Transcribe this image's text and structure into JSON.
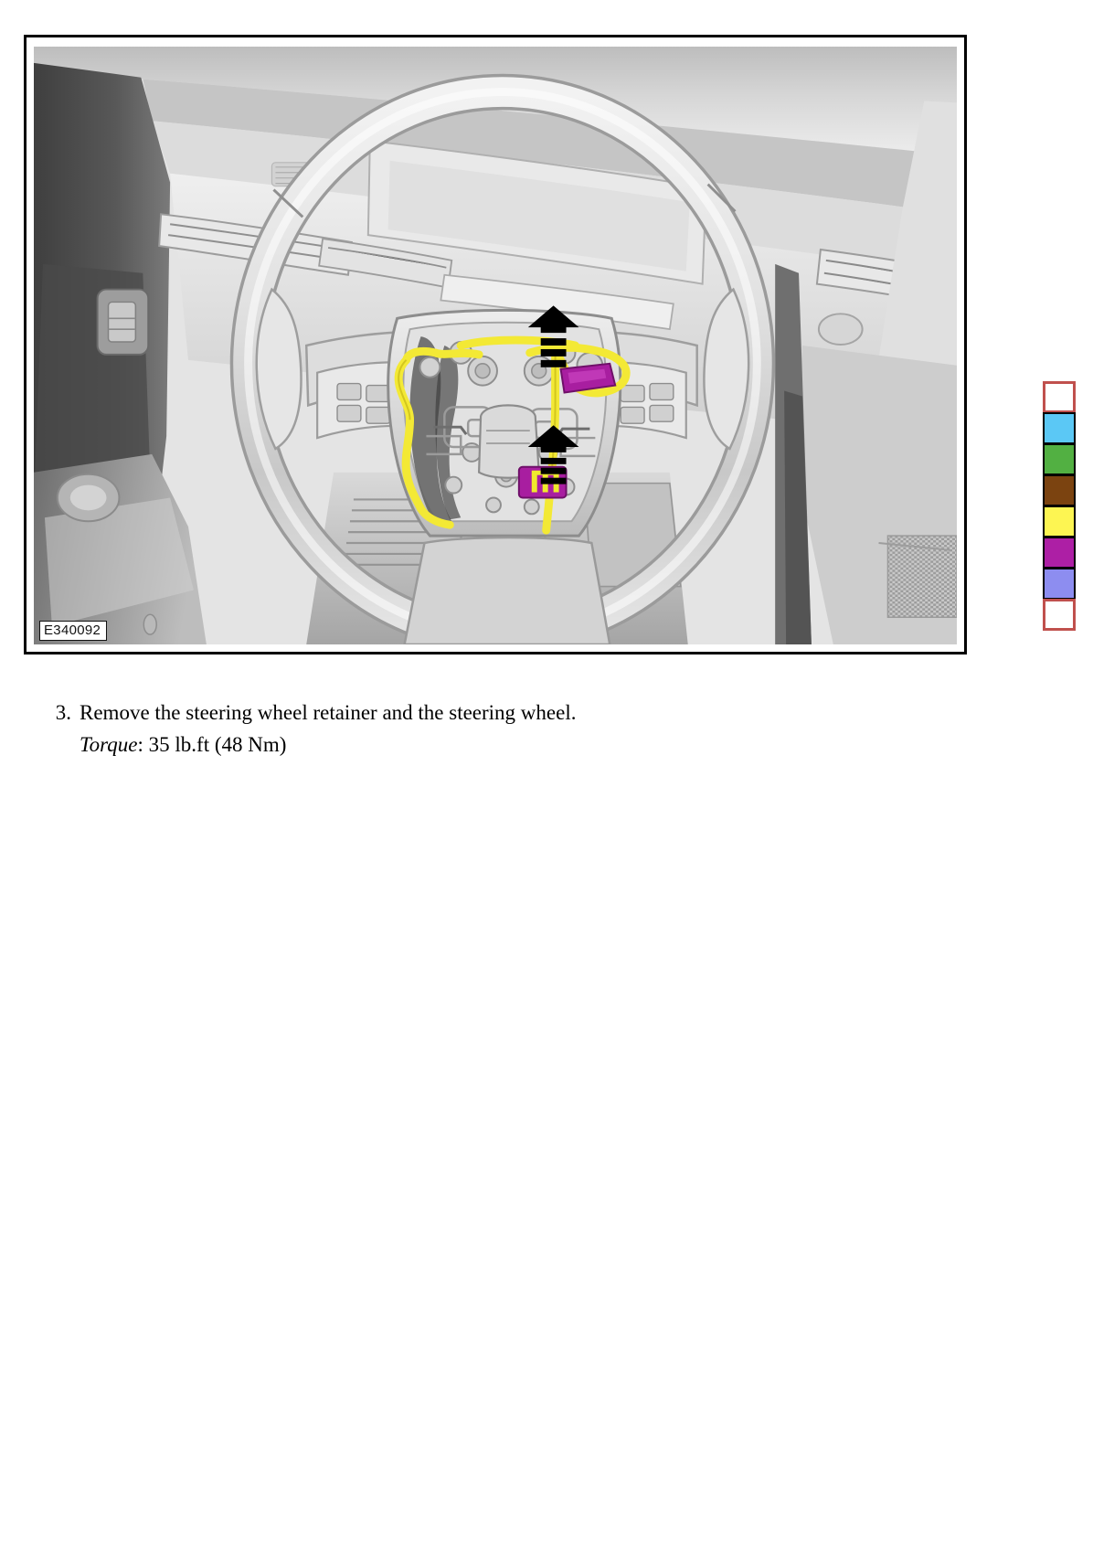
{
  "figure": {
    "id_label": "E340092",
    "alt": "Grayscale cutaway illustration of a vehicle steering wheel and instrument panel with the airbag module removed, showing yellow wiring harness routing and magenta electrical connectors, with black arrow callouts indicating the steering wheel retainer bolt and the clockspring connector."
  },
  "color_strip": {
    "name": "print-calibration-swatches",
    "swatches": [
      {
        "name": "registration-white",
        "hex": "#ffffff",
        "outline_hex": "#c0504d",
        "style": "outline"
      },
      {
        "name": "cyan",
        "hex": "#5bc8f5",
        "style": "filled"
      },
      {
        "name": "green",
        "hex": "#52b042",
        "style": "filled"
      },
      {
        "name": "brown",
        "hex": "#7b4310",
        "style": "filled"
      },
      {
        "name": "yellow",
        "hex": "#fdf552",
        "style": "filled"
      },
      {
        "name": "magenta",
        "hex": "#ad1fa5",
        "style": "filled"
      },
      {
        "name": "violet",
        "hex": "#8d8df0",
        "style": "filled"
      },
      {
        "name": "registration-white",
        "hex": "#ffffff",
        "outline_hex": "#c0504d",
        "style": "outline"
      }
    ]
  },
  "steps": [
    {
      "number": "3.",
      "text": "Remove the steering wheel retainer and the steering wheel.",
      "torque_label": "Torque",
      "torque_value": ": 35 lb.ft (48 Nm)"
    }
  ]
}
